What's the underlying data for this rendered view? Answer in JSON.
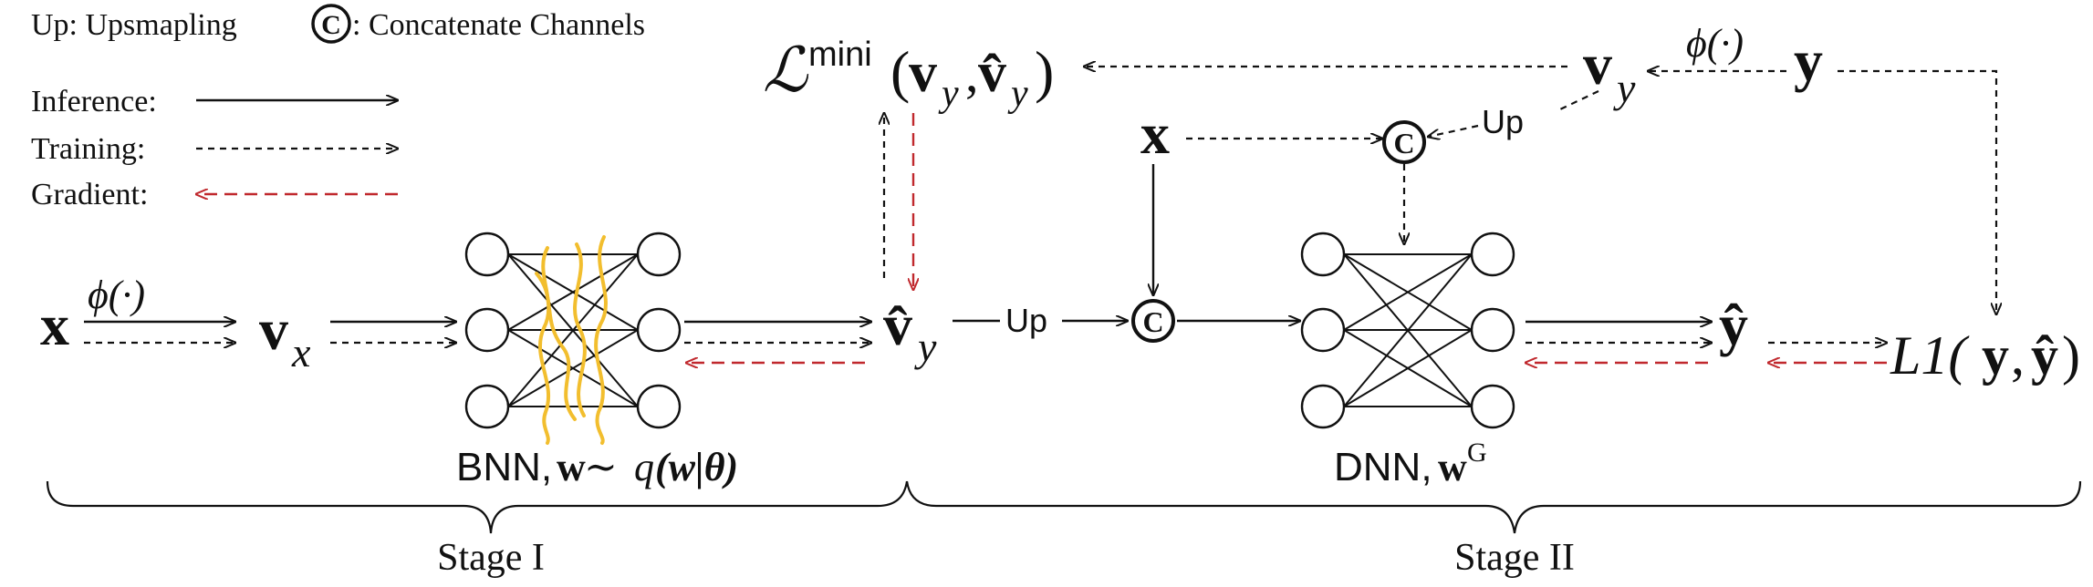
{
  "legend": {
    "upsampling": "Up: Upsmapling",
    "concat_symbol": "C",
    "concat_label": ": Concatenate Channels",
    "inference": "Inference:",
    "training": "Training:",
    "gradient": "Gradient:"
  },
  "symbols": {
    "x": "x",
    "y": "y",
    "v": "v",
    "sub_x": "x",
    "sub_y": "y",
    "hat_v_y": "v̂",
    "hat_y": "ŷ",
    "phi": "ϕ(·)",
    "up": "Up",
    "concat": "C",
    "loss_script": "ℒ",
    "loss_sup": "mini",
    "loss_args_open": "(",
    "loss_args_mid": ",",
    "loss_args_close": ")",
    "l1": "L1(",
    "l1_mid": ", ",
    "l1_close": ")"
  },
  "networks": {
    "bnn_label_main": "BNN, ",
    "bnn_label_w": "w",
    "bnn_label_dist": " ∼ ",
    "bnn_label_q": "q",
    "bnn_label_args": "(w|θ)",
    "dnn_label_main": "DNN, ",
    "dnn_label_w": "w",
    "dnn_label_sup": "G"
  },
  "stages": {
    "stage1": "Stage I",
    "stage2": "Stage II"
  },
  "colors": {
    "gradient": "#c0282d",
    "bnn_weights": "#f2be2e",
    "ink": "#111111"
  }
}
